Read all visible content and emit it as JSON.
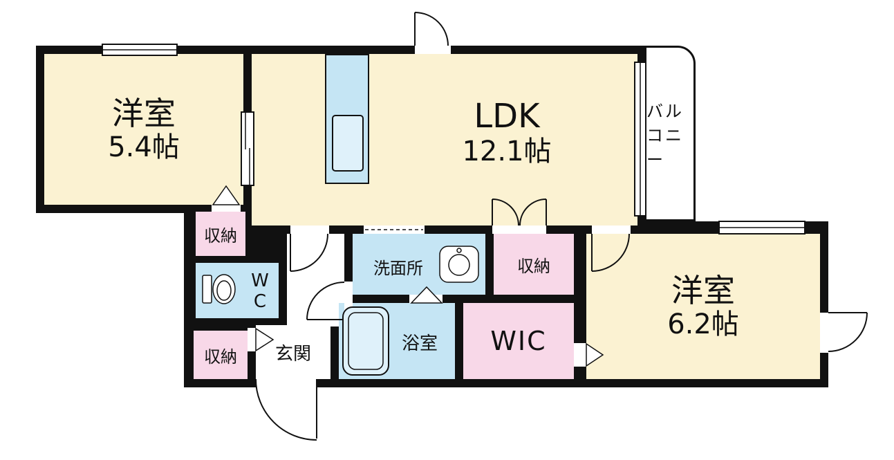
{
  "plan": {
    "rooms": {
      "western_a": {
        "name": "洋室",
        "size": "5.4帖"
      },
      "ldk": {
        "name": "LDK",
        "size": "12.1帖"
      },
      "balcony": {
        "name": "バルコニー"
      },
      "closet_a": {
        "name": "収納"
      },
      "wc": {
        "name": "WC"
      },
      "closet_b": {
        "name": "収納"
      },
      "entrance": {
        "name": "玄関"
      },
      "washroom": {
        "name": "洗面所"
      },
      "bathroom": {
        "name": "浴室"
      },
      "closet_c": {
        "name": "収納"
      },
      "wic": {
        "name": "WIC"
      },
      "western_b": {
        "name": "洋室",
        "size": "6.2帖"
      }
    },
    "colors": {
      "wall": "#111111",
      "room-cream": "#FBF2D2",
      "closet-pink": "#F8D8E8",
      "wet-blue": "#C5E5F4",
      "tub-blue": "#DFF1FA",
      "bg": "#FFFFFF"
    }
  }
}
